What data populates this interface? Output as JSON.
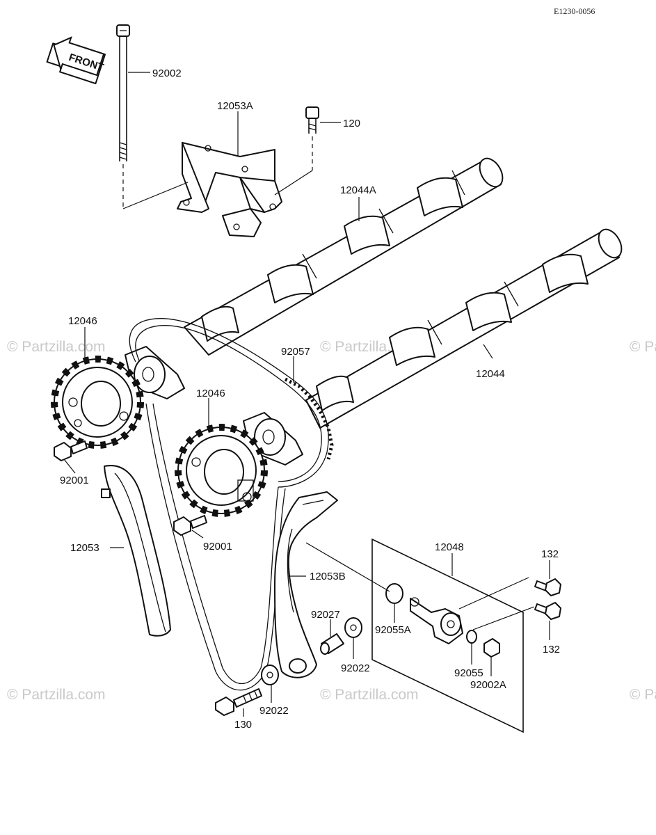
{
  "reference_code": "E1230-0056",
  "front_arrow_text": "FRONT",
  "watermark_text": "© Partzilla.com",
  "part_labels": {
    "bolt_long": "92002",
    "bracket": "12053A",
    "bolt_small": "120",
    "camshaft_intake": "12044A",
    "sprocket_left": "12046",
    "sprocket_right": "12046",
    "chain": "92057",
    "camshaft_exhaust": "12044",
    "sprocket_bolt_left": "92001",
    "sprocket_bolt_right": "92001",
    "guide_left": "12053",
    "tensioner": "12048",
    "bolt_132_top": "132",
    "bolt_132_bottom": "132",
    "guide_right": "12053B",
    "collar": "92027",
    "oring_a": "92055A",
    "washer_upper": "92022",
    "oring": "92055",
    "plug": "92002A",
    "bolt_130": "130",
    "washer_lower": "92022"
  }
}
